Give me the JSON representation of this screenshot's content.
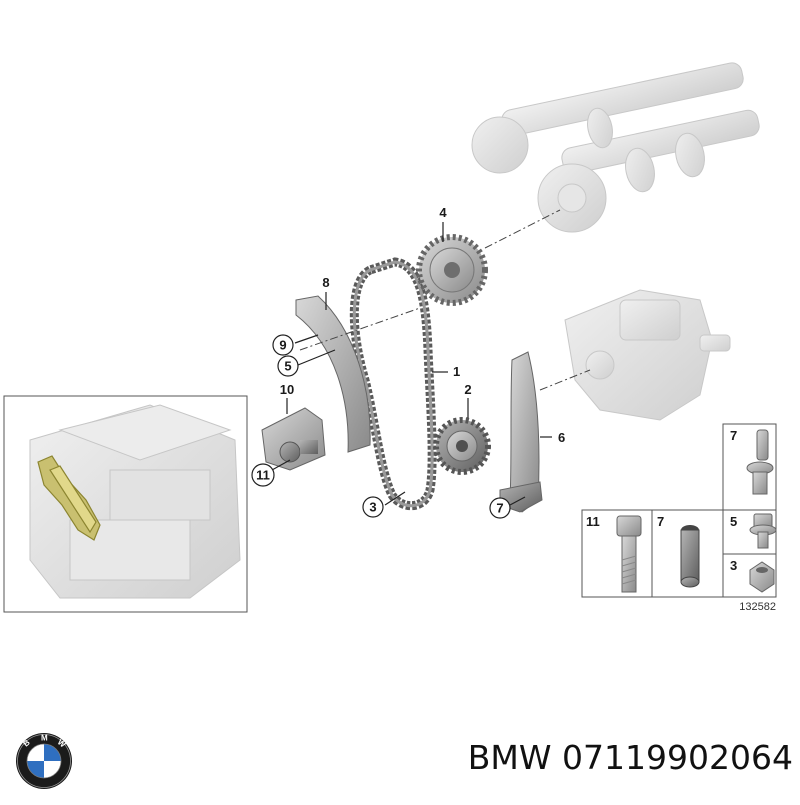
{
  "diagram": {
    "callouts": {
      "c1": "1",
      "c2": "2",
      "c3": "3",
      "c4": "4",
      "c5": "5",
      "c6": "6",
      "c7": "7",
      "c8": "8",
      "c9": "9",
      "c10": "10",
      "c11": "11"
    },
    "legend": {
      "l7_top": "7",
      "l11": "11",
      "l7_mid": "7",
      "l5": "5",
      "l3": "3"
    },
    "drawing_number": "132582"
  },
  "logo": {
    "letters": "BMW",
    "colors": {
      "blue": "#2f6fc0",
      "white": "#ffffff",
      "ring": "#111111"
    }
  },
  "caption": {
    "brand": "BMW",
    "part_number": "07119902064"
  }
}
